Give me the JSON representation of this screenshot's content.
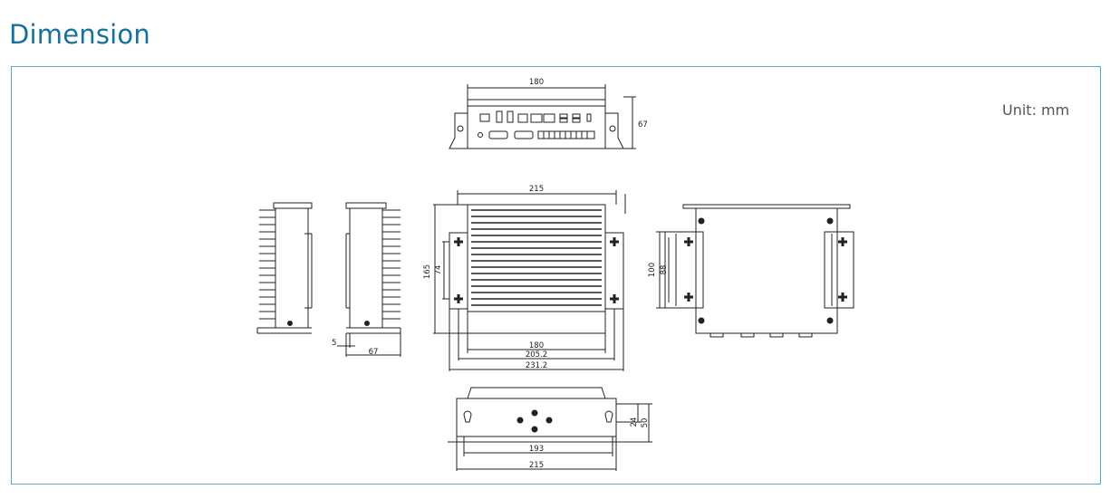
{
  "heading": "Dimension",
  "unit_note": "Unit: mm",
  "dimensions": {
    "front_width": "180",
    "front_height": "67",
    "top_width": "215",
    "top_height": "165",
    "top_inner_height": "74",
    "top_bottom_1": "180",
    "top_bottom_2": "205.2",
    "top_bottom_3": "231.2",
    "side_offset": "5",
    "side_depth": "67",
    "bottom_height": "100",
    "bottom_inner_height": "88",
    "rear_width_inner": "193",
    "rear_width": "215",
    "rear_h1": "24",
    "rear_h2": "50"
  },
  "colors": {
    "heading": "#1670a0",
    "frame": "#5aa6cf",
    "line": "#222222"
  }
}
